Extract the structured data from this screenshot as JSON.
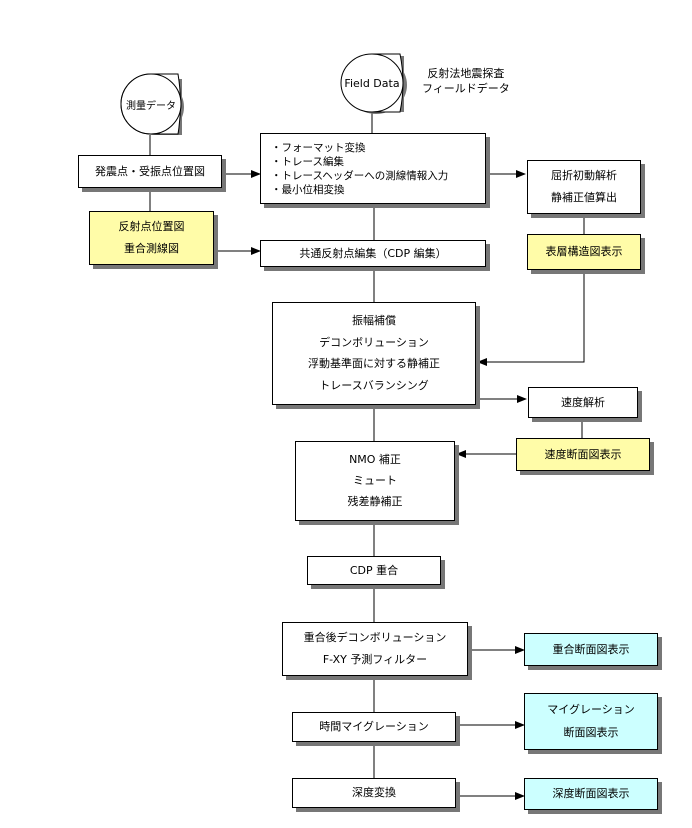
{
  "cylinders": {
    "survey": "測量データ",
    "field": "Field Data"
  },
  "title": {
    "line1": "反射法地震探査",
    "line2": "フィールドデータ"
  },
  "boxes": {
    "shot_receiver": "発震点・受振点位置図",
    "reflection_map": {
      "line1": "反射点位置図",
      "line2": "重合測線図"
    },
    "preprocess": [
      "・フォーマット変換",
      "・トレース編集",
      "・トレースヘッダーへの測線情報入力",
      "・最小位相変換"
    ],
    "refraction": {
      "line1": "屈折初動解析",
      "line2": "静補正値算出"
    },
    "surface_structure": "表層構造図表示",
    "cdp_edit": "共通反射点編集（CDP 編集）",
    "amplitude": [
      "振幅補償",
      "デコンボリューション",
      "浮動基準面に対する静補正",
      "トレースバランシング"
    ],
    "velocity": "速度解析",
    "velocity_section": "速度断面図表示",
    "nmo": [
      "NMO 補正",
      "ミュート",
      "残差静補正"
    ],
    "stack": "CDP 重合",
    "post_stack": {
      "line1": "重合後デコンボリューション",
      "line2": "F-XY 予測フィルター"
    },
    "stack_section": "重合断面図表示",
    "migration": "時間マイグレーション",
    "migration_section": {
      "line1": "マイグレーション",
      "line2": "断面図表示"
    },
    "depth_conversion": "深度変換",
    "depth_section": "深度断面図表示"
  },
  "colors": {
    "yellow_box": "#fffca8",
    "cyan_box": "#ccffff",
    "shadow": "#777777"
  }
}
